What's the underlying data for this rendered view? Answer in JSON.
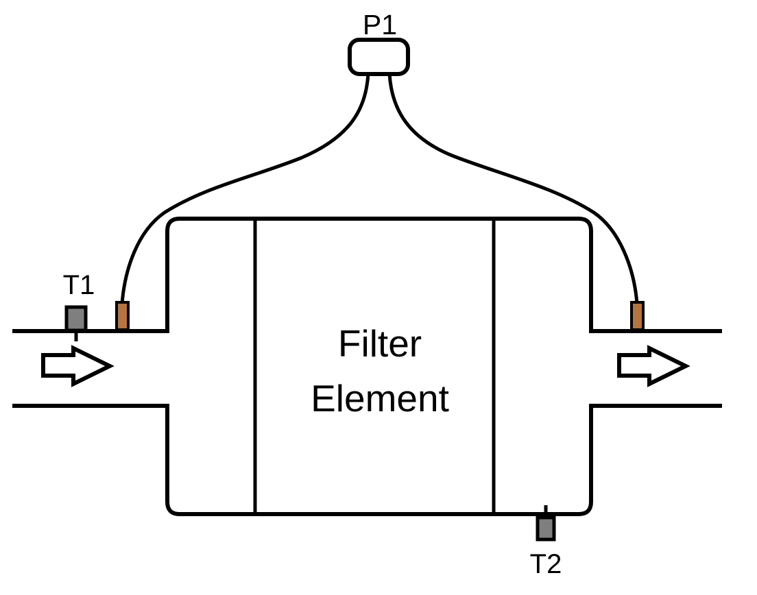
{
  "diagram": {
    "labels": {
      "pressure_gauge": "P1",
      "inlet_temperature_sensor": "T1",
      "outlet_temperature_sensor": "T2",
      "filter_element_line1": "Filter",
      "filter_element_line2": "Element"
    },
    "colors": {
      "line": "#000000",
      "background": "#ffffff",
      "pressure_tap": "#b57441",
      "temperature_sensor": "#7f7f7f",
      "gauge_body": "#ffffff",
      "arrow_fill": "#ffffff"
    }
  }
}
